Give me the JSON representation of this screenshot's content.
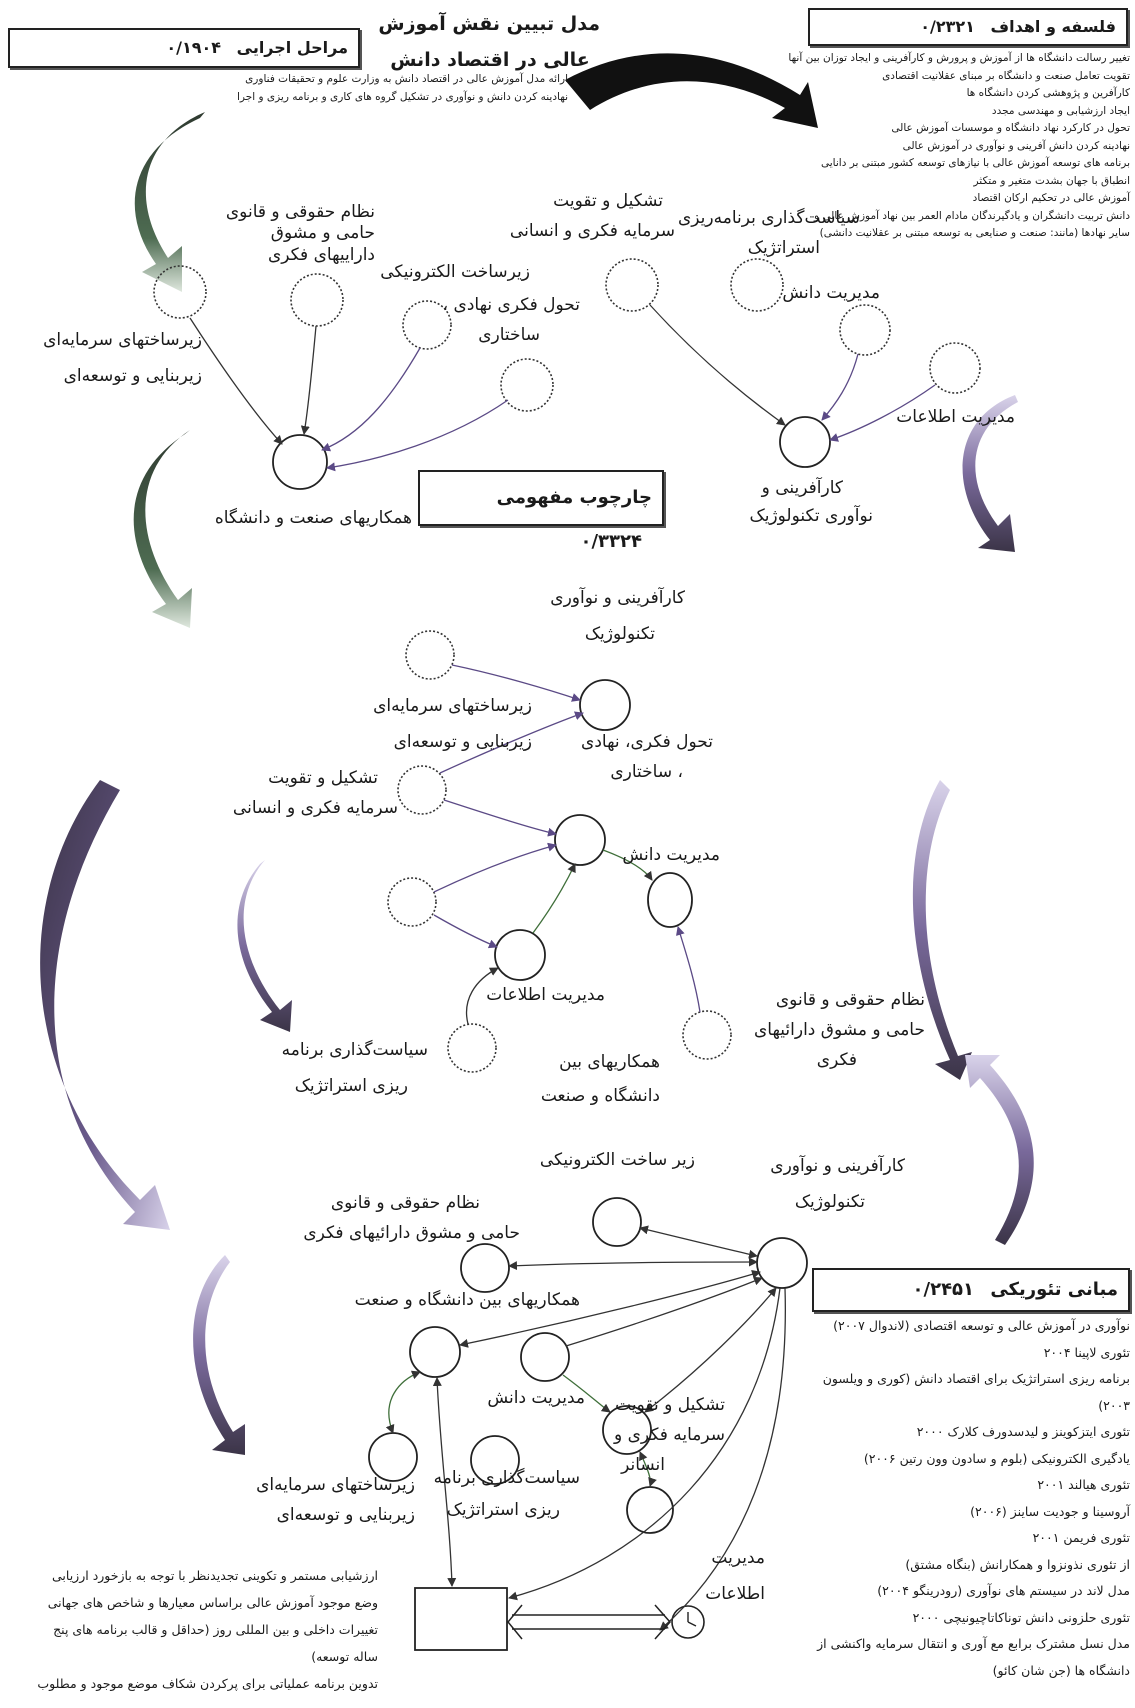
{
  "title": [
    "مدل تبیین نقش آموزش",
    "عالی در اقتصاد دانش"
  ],
  "boxes": {
    "exec": {
      "label": "مراحل اجرایی",
      "value": "۰/۱۹۰۴"
    },
    "philo": {
      "label": "فلسفه و اهداف",
      "value": "۰/۲۳۲۱"
    },
    "concept": {
      "label": "چارچوب مفهومی",
      "value": "۰/۳۳۲۴"
    },
    "theory": {
      "label": "مبانی تئوریکی",
      "value": "۰/۲۴۵۱"
    }
  },
  "exec_items": [
    "ارائه مدل آموزش عالی در اقتصاد دانش به وزارت علوم و تحقیقات فناوری",
    "نهادینه کردن دانش و نوآوری در تشکیل گروه های کاری و برنامه ریزی و اجرا"
  ],
  "philo_items": [
    "تغییر رسالت دانشگاه ها از آموزش و پرورش و کارآفرینی و ایجاد توزان بین آنها",
    "تقویت تعامل صنعت و دانشگاه بر مبنای عقلانیت اقتصادی",
    "کارآفرین و پژوهشی کردن دانشگاه ها",
    "ایجاد ارزشیابی و مهندسی مجدد",
    "تحول در کارکرد نهاد دانشگاه و موسسات آموزش عالی",
    "نهادینه کردن دانش آفرینی و نوآوری در آموزش عالی",
    "برنامه های توسعه آموزش عالی با نیازهای توسعه کشور مبتنی بر دانایی",
    "انطباق با جهان بشدت متغیر و متکثر",
    "آموزش عالی در تحکیم ارکان اقتصاد",
    "دانش تربیت دانشگران و یادگیرندگان مادام العمر بین نهاد آموزش عالی و",
    "سایر نهادها (مانند: صنعت و صنایعی به توسعه مبتنی بر عقلانیت دانشی)"
  ],
  "theory_items": [
    "نوآوری در آموزش عالی و توسعه اقتصادی (لاندوال ۲۰۰۷)",
    "تئوری لاپینا ۲۰۰۴",
    "برنامه ریزی استراتژیک برای اقتصاد دانش (کوری و ویلسون",
    "۲۰۰۳)",
    "تئوری ایتزکوینز و لیدسدورف کلارک ۲۰۰۰",
    "یادگیری الکترونیکی (بلوم و سادون وون رتین ۲۰۰۶)",
    "تئوری هیالند ۲۰۰۱",
    "آروسینا و جودیت ساینز (۲۰۰۶)",
    "تئوری فریمن ۲۰۰۱",
    "از تئوری نذونزوا و همکارانش (بنگاه مشتق)",
    "مدل لاند در سیستم های نوآوری (رودرینگو ۲۰۰۴)",
    "تئوری حلزونی دانش توناکاتاچیونیچی ۲۰۰۰",
    "مدل نسل مشترک برابع مع آوری و انتقال سرمایه واکنشی از",
    "دانشگاه ها (جن شان کائو)"
  ],
  "bottom_items": [
    "ارزشیابی مستمر و تکوینی تجدیدنظر با توجه به بازخورد ارزیابی",
    "وضع موجود آموزش عالی براساس معیارها و شاخص های جهانی",
    "تغییرات داخلی و بین المللی روز (حداقل و قالب برنامه های پنج",
    "ساله توسعه)",
    "تدوین برنامه عملیاتی برای پرکردن شکاف موضع موجود و مطلوب"
  ],
  "labels": {
    "s1_legal": [
      "نظام حقوقی و قانوی",
      "حامی و مشوق",
      "داراییهای فکری"
    ],
    "s1_electronic": "زیرساخت الکترونیکی",
    "s1_transform": [
      "تحول فکری نهادی ،",
      "ساختاری"
    ],
    "s1_infra": [
      "زیرساختهای سرمایه‌ای",
      "زیربنایی و توسعه‌ای"
    ],
    "s1_coop": "همکاریهای صنعت و دانشگاه",
    "s2_capital": [
      "تشکیل و تقویت",
      "سرمایه فکری و انسانی"
    ],
    "s2_policy": [
      "سیاست‌گذاری برنامه‌ریزی",
      "استراتژیک"
    ],
    "s2_km": "مدیریت دانش",
    "s2_im": "مدیریت اطلاعات",
    "s2_ent": [
      "کارآفرینی و",
      "نوآوری تکنولوژیک"
    ],
    "s3_ent": [
      "کارآفرینی و نوآوری",
      "تکنولوژیک"
    ],
    "s3_infra": [
      "زیرساختهای سرمایه‌ای",
      "زیربنایی و توسعه‌ای"
    ],
    "s3_transform": [
      "تحول فکری، نهادی",
      "، ساختاری"
    ],
    "s3_capital": [
      "تشکیل و تقویت",
      "سرمایه فکری و انسانی"
    ],
    "s3_km": "مدیریت دانش",
    "s3_im": "مدیریت اطلاعات",
    "s3_policy": [
      "سیاست‌گذاری برنامه",
      "ریزی استراتژیک"
    ],
    "s3_coop": [
      "همکاریهای بین",
      "دانشگاه و صنعت"
    ],
    "s3_legal": [
      "نظام حقوقی و قانوی",
      "حامی و مشوق دارائیهای",
      "فکری"
    ],
    "s4_electronic": "زیر ساخت الکترونیکی",
    "s4_ent": [
      "کارآفرینی و نوآوری",
      "تکنولوژیک"
    ],
    "s4_legal": [
      "نظام حقوقی و قانوی",
      "حامی و مشوق دارائیهای فکری"
    ],
    "s4_coop": "همکاریهای بین دانشگاه و صنعت",
    "s4_km": "مدیریت دانش",
    "s4_capital": [
      "تشکیل و تقویت",
      "سرمایه فکری و",
      "انسانر"
    ],
    "s4_policy": [
      "سیاست‌گذاری برنامه",
      "ریزی استراتژیک"
    ],
    "s4_infra": [
      "زیرساختهای سرمایه‌ای",
      "زیربنایی و توسعه‌ای"
    ],
    "s4_im": [
      "مدیریت",
      "اطلاعات"
    ]
  },
  "colors": {
    "ink": "#1a1a1a",
    "arrow_purple": "#6a5a8c",
    "arrow_green": "#3f6f3a",
    "arrow_dark": "#2b2b33"
  }
}
